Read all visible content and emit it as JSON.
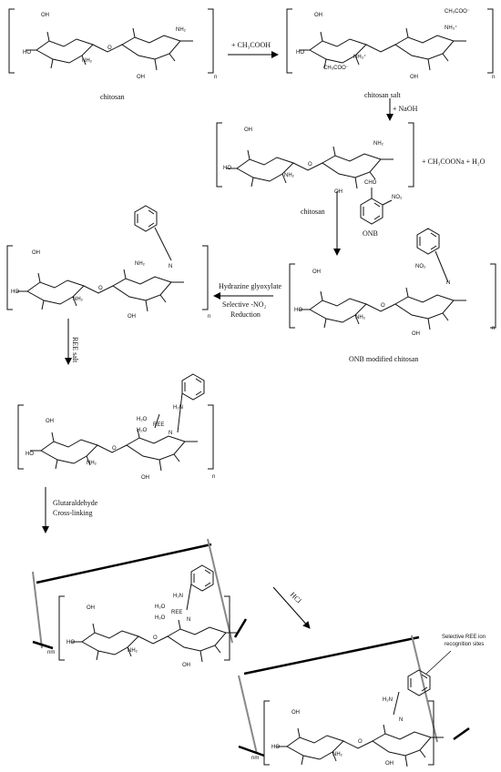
{
  "labels": {
    "chitosan_top": "chitosan",
    "chitosan_salt": "chitosan salt",
    "chitosan_mid": "chitosan",
    "onb": "ONB",
    "onb_modified": "ONB modified chitosan",
    "reagent_acid": "+ CH₃COOH",
    "reagent_base": "+ NaOH",
    "byproduct": "+ CH₃COONa  + H₂O",
    "hydrazine": "Hydrazine glyoxylate",
    "selective_no2": "Selective -NO₂",
    "reduction": "Reduction",
    "ree_salt": "REE salt",
    "glutaraldehyde": "Glutaraldehyde",
    "crosslinking": "Cross-linking",
    "hcl": "HCl",
    "selective_ree": "Selective REE ion",
    "recognition": "recognition sites"
  },
  "atoms": {
    "oh": "OH",
    "ho": "HO",
    "nh2": "NH₂",
    "nh3": "NH₃⁺",
    "acetate": "CH₃COO⁻",
    "no2": "NO₂",
    "cho": "CHO",
    "n": "N",
    "o": "O",
    "h2n": "H₂N",
    "h2o": "H₂O",
    "ree": "REE",
    "n_sub": "n",
    "nm_sub": "nm"
  }
}
